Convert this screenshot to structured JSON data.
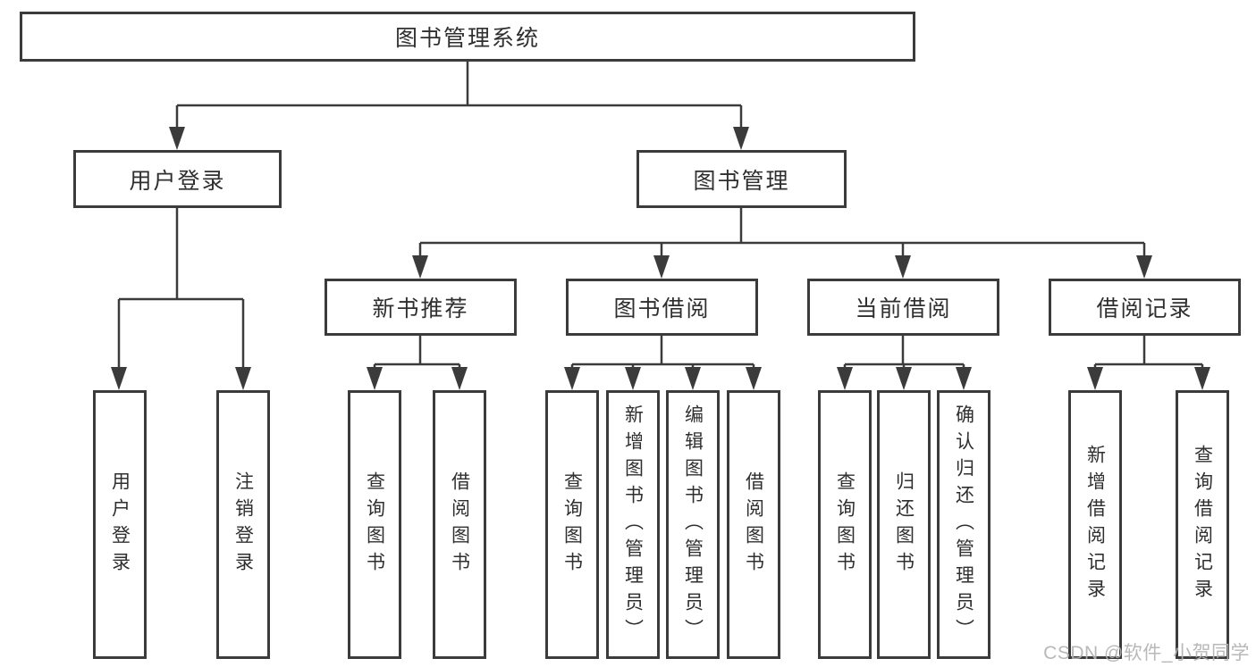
{
  "tree": {
    "root": "图书管理系统",
    "user_login": {
      "label": "用户登录",
      "children": [
        "用户登录",
        "注销登录"
      ]
    },
    "book_mgmt": {
      "label": "图书管理",
      "sections": [
        {
          "label": "新书推荐",
          "children": [
            "查询图书",
            "借阅图书"
          ]
        },
        {
          "label": "图书借阅",
          "children": [
            "查询图书",
            "新增图书（管理员）",
            "编辑图书（管理员）",
            "借阅图书"
          ]
        },
        {
          "label": "当前借阅",
          "children": [
            "查询图书",
            "归还图书",
            "确认归还（管理员）"
          ]
        },
        {
          "label": "借阅记录",
          "children": [
            "新增借阅记录",
            "查询借阅记录"
          ]
        }
      ]
    }
  },
  "watermark": "CSDN @软件_小贺同学",
  "colors": {
    "line": "#3b3b3b",
    "text": "#2f2f2f",
    "background": "#ffffff",
    "watermark": "#b2b2b2"
  }
}
